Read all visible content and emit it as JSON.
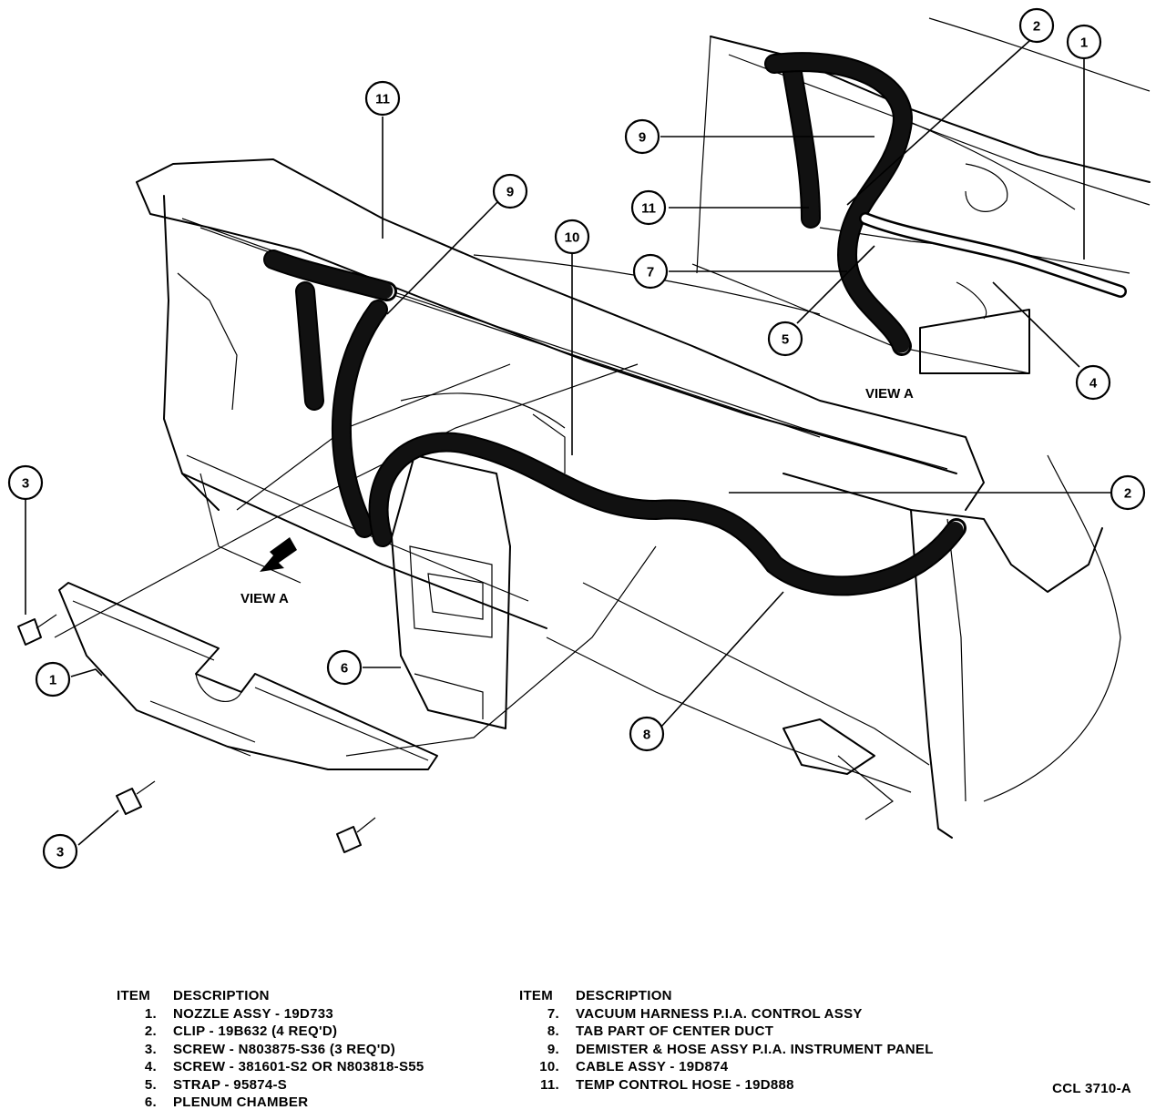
{
  "diagram": {
    "callouts": [
      {
        "id": "c11a",
        "label": "11"
      },
      {
        "id": "c9a",
        "label": "9"
      },
      {
        "id": "c10",
        "label": "10"
      },
      {
        "id": "c3a",
        "label": "3"
      },
      {
        "id": "c1a",
        "label": "1"
      },
      {
        "id": "c3b",
        "label": "3"
      },
      {
        "id": "c6",
        "label": "6"
      },
      {
        "id": "c8",
        "label": "8"
      },
      {
        "id": "c2a",
        "label": "2"
      },
      {
        "id": "c2b",
        "label": "2"
      },
      {
        "id": "c1b",
        "label": "1"
      },
      {
        "id": "c9b",
        "label": "9"
      },
      {
        "id": "c11b",
        "label": "11"
      },
      {
        "id": "c7",
        "label": "7"
      },
      {
        "id": "c5",
        "label": "5"
      },
      {
        "id": "c4",
        "label": "4"
      }
    ],
    "view_a_main": "VIEW A",
    "view_a_inset": "VIEW A"
  },
  "legend": {
    "left": {
      "item_header": "ITEM",
      "desc_header": "DESCRIPTION",
      "rows": [
        {
          "num": "1.",
          "desc": "NOZZLE ASSY - 19D733"
        },
        {
          "num": "2.",
          "desc": "CLIP - 19B632 (4 REQ'D)"
        },
        {
          "num": "3.",
          "desc": "SCREW - N803875-S36 (3 REQ'D)"
        },
        {
          "num": "4.",
          "desc": "SCREW - 381601-S2 OR N803818-S55"
        },
        {
          "num": "5.",
          "desc": "STRAP - 95874-S"
        },
        {
          "num": "6.",
          "desc": "PLENUM CHAMBER"
        }
      ]
    },
    "right": {
      "item_header": "ITEM",
      "desc_header": "DESCRIPTION",
      "rows": [
        {
          "num": "7.",
          "desc": "VACUUM HARNESS P.I.A. CONTROL ASSY"
        },
        {
          "num": "8.",
          "desc": "TAB PART OF CENTER DUCT"
        },
        {
          "num": "9.",
          "desc": "DEMISTER & HOSE ASSY P.I.A. INSTRUMENT PANEL"
        },
        {
          "num": "10.",
          "desc": "CABLE ASSY - 19D874"
        },
        {
          "num": "11.",
          "desc": "TEMP CONTROL HOSE - 19D888"
        }
      ]
    }
  },
  "figure_code": "CCL 3710-A"
}
